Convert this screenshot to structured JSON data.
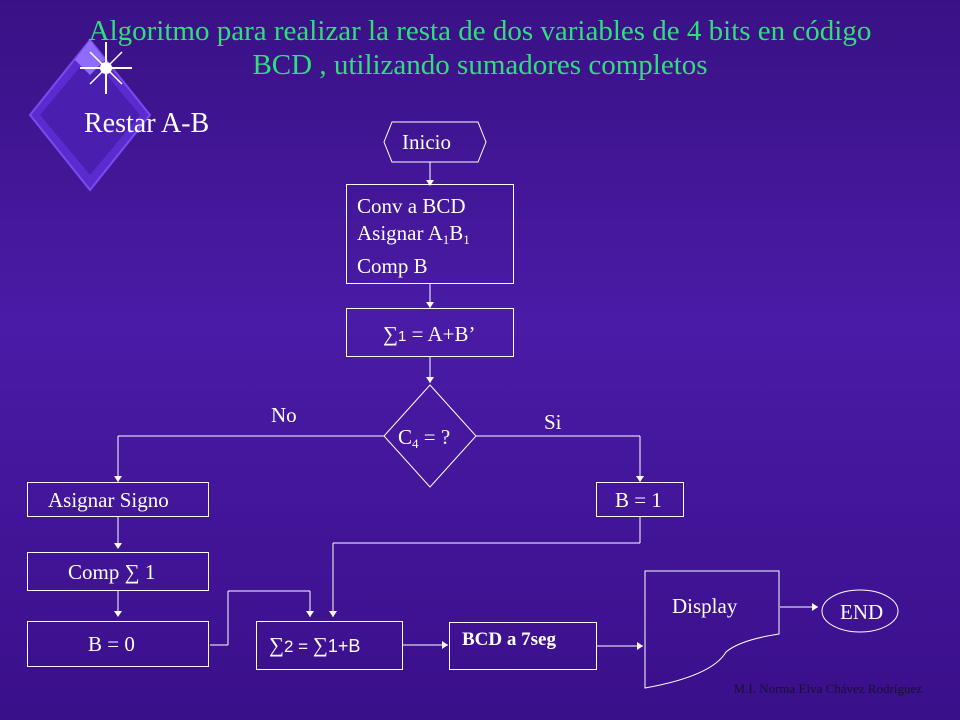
{
  "title_line1": "Algoritmo para realizar la resta de dos variables de 4 bits en código",
  "title_line2": "BCD , utilizando sumadores completos",
  "subtitle": "Restar A-B",
  "nodes": {
    "inicio": "Inicio",
    "conv_line1": "Conv a  BCD",
    "conv_line2_prefix": "Asignar A",
    "conv_line2_sub1": "1",
    "conv_line2_b": "B",
    "conv_line2_sub2": "1",
    "conv_line3": "Comp B",
    "sum1_symbol": "∑",
    "sum1_index": "1",
    "sum1_expr": " = A+B’",
    "decision_c": "C",
    "decision_sub": "4",
    "decision_rest": " = ?",
    "no_label": "No",
    "si_label": "Si",
    "asignar_signo": "Asignar Signo",
    "b_equals_1": "B = 1",
    "comp_prefix": "Comp ",
    "comp_symbol": "∑",
    "comp_index": " 1",
    "b_equals_0": "B = 0",
    "sum2_symbol": "∑",
    "sum2_index": "2",
    "sum2_eq": " = ",
    "sum2_symbol2": "∑",
    "sum2_rest": "1+B",
    "bcd_7seg": "BCD a 7seg",
    "display": "Display",
    "end": "END"
  },
  "credit": "M.I. Norma Elva Chávez Rodríguez",
  "colors": {
    "title": "#2fe07a",
    "background": "#4a1ba6",
    "lines": "#ffffff"
  }
}
